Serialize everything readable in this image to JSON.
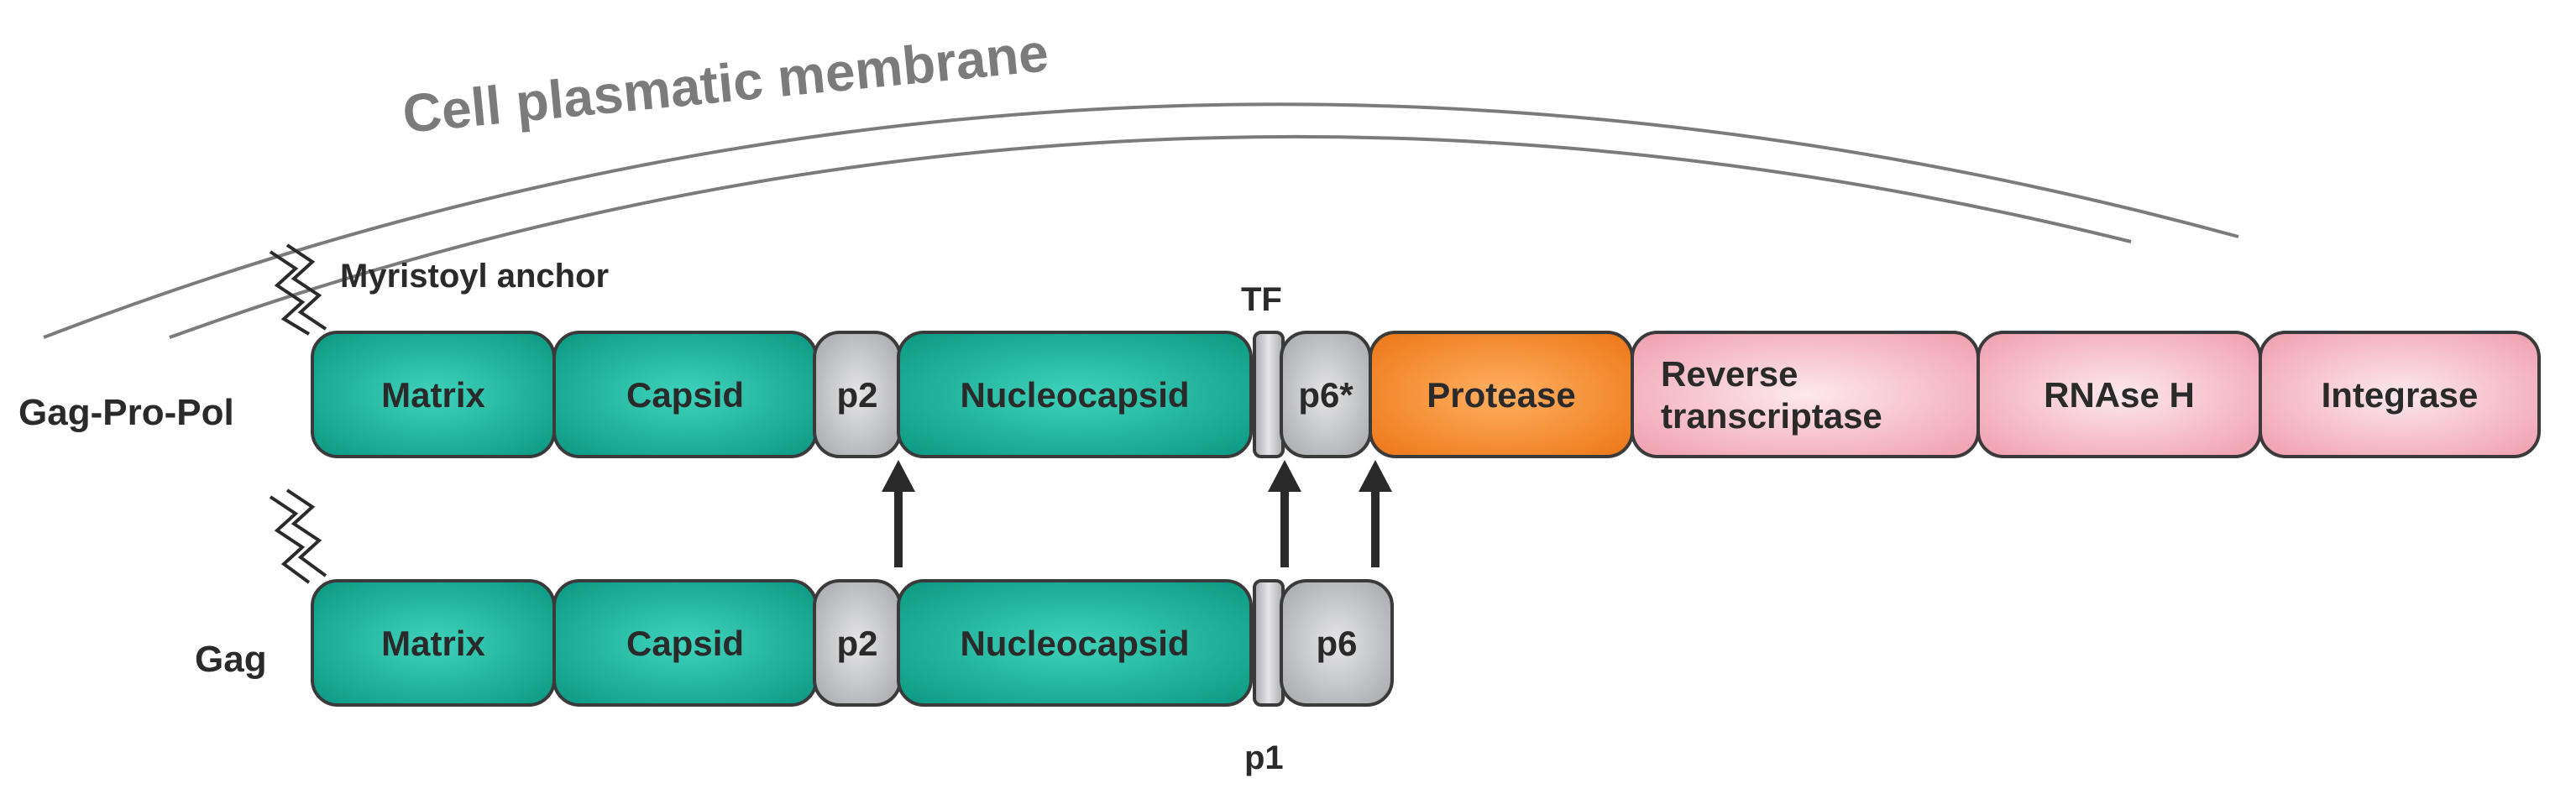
{
  "membrane": {
    "label": "Cell plasmatic membrane"
  },
  "anchor": {
    "label": "Myristoyl anchor"
  },
  "labels": {
    "tf": "TF",
    "p1": "p1"
  },
  "rows": {
    "gag_pro_pol": {
      "label": "Gag-Pro-Pol",
      "segments": [
        {
          "id": "matrix",
          "label": "Matrix",
          "kind": "structural"
        },
        {
          "id": "capsid",
          "label": "Capsid",
          "kind": "structural"
        },
        {
          "id": "p2",
          "label": "p2",
          "kind": "spacer"
        },
        {
          "id": "nucleocapsid",
          "label": "Nucleocapsid",
          "kind": "structural"
        },
        {
          "id": "tf",
          "label": "",
          "kind": "linker"
        },
        {
          "id": "p6-star",
          "label": "p6*",
          "kind": "spacer"
        },
        {
          "id": "protease",
          "label": "Protease",
          "kind": "protease"
        },
        {
          "id": "reverse-transcriptase",
          "label": "Reverse\ntranscriptase",
          "kind": "enzyme"
        },
        {
          "id": "rnase-h",
          "label": "RNAse H",
          "kind": "enzyme"
        },
        {
          "id": "integrase",
          "label": "Integrase",
          "kind": "enzyme"
        }
      ]
    },
    "gag": {
      "label": "Gag",
      "segments": [
        {
          "id": "matrix",
          "label": "Matrix",
          "kind": "structural"
        },
        {
          "id": "capsid",
          "label": "Capsid",
          "kind": "structural"
        },
        {
          "id": "p2",
          "label": "p2",
          "kind": "spacer"
        },
        {
          "id": "nucleocapsid",
          "label": "Nucleocapsid",
          "kind": "structural"
        },
        {
          "id": "p1",
          "label": "",
          "kind": "linker"
        },
        {
          "id": "p6",
          "label": "p6",
          "kind": "spacer"
        }
      ]
    }
  },
  "colors": {
    "structural_center": "#3fd3bc",
    "structural_edge": "#0f9c86",
    "spacer_center": "#e6e6e8",
    "spacer_edge": "#a9abaf",
    "protease_center": "#ffb062",
    "protease_edge": "#ee7a1b",
    "enzyme_center": "#fde9ee",
    "enzyme_edge": "#f1a3b2",
    "outline": "#3a3a3a",
    "membrane": "#7b7b7b",
    "arrow": "#2a2a2a"
  }
}
